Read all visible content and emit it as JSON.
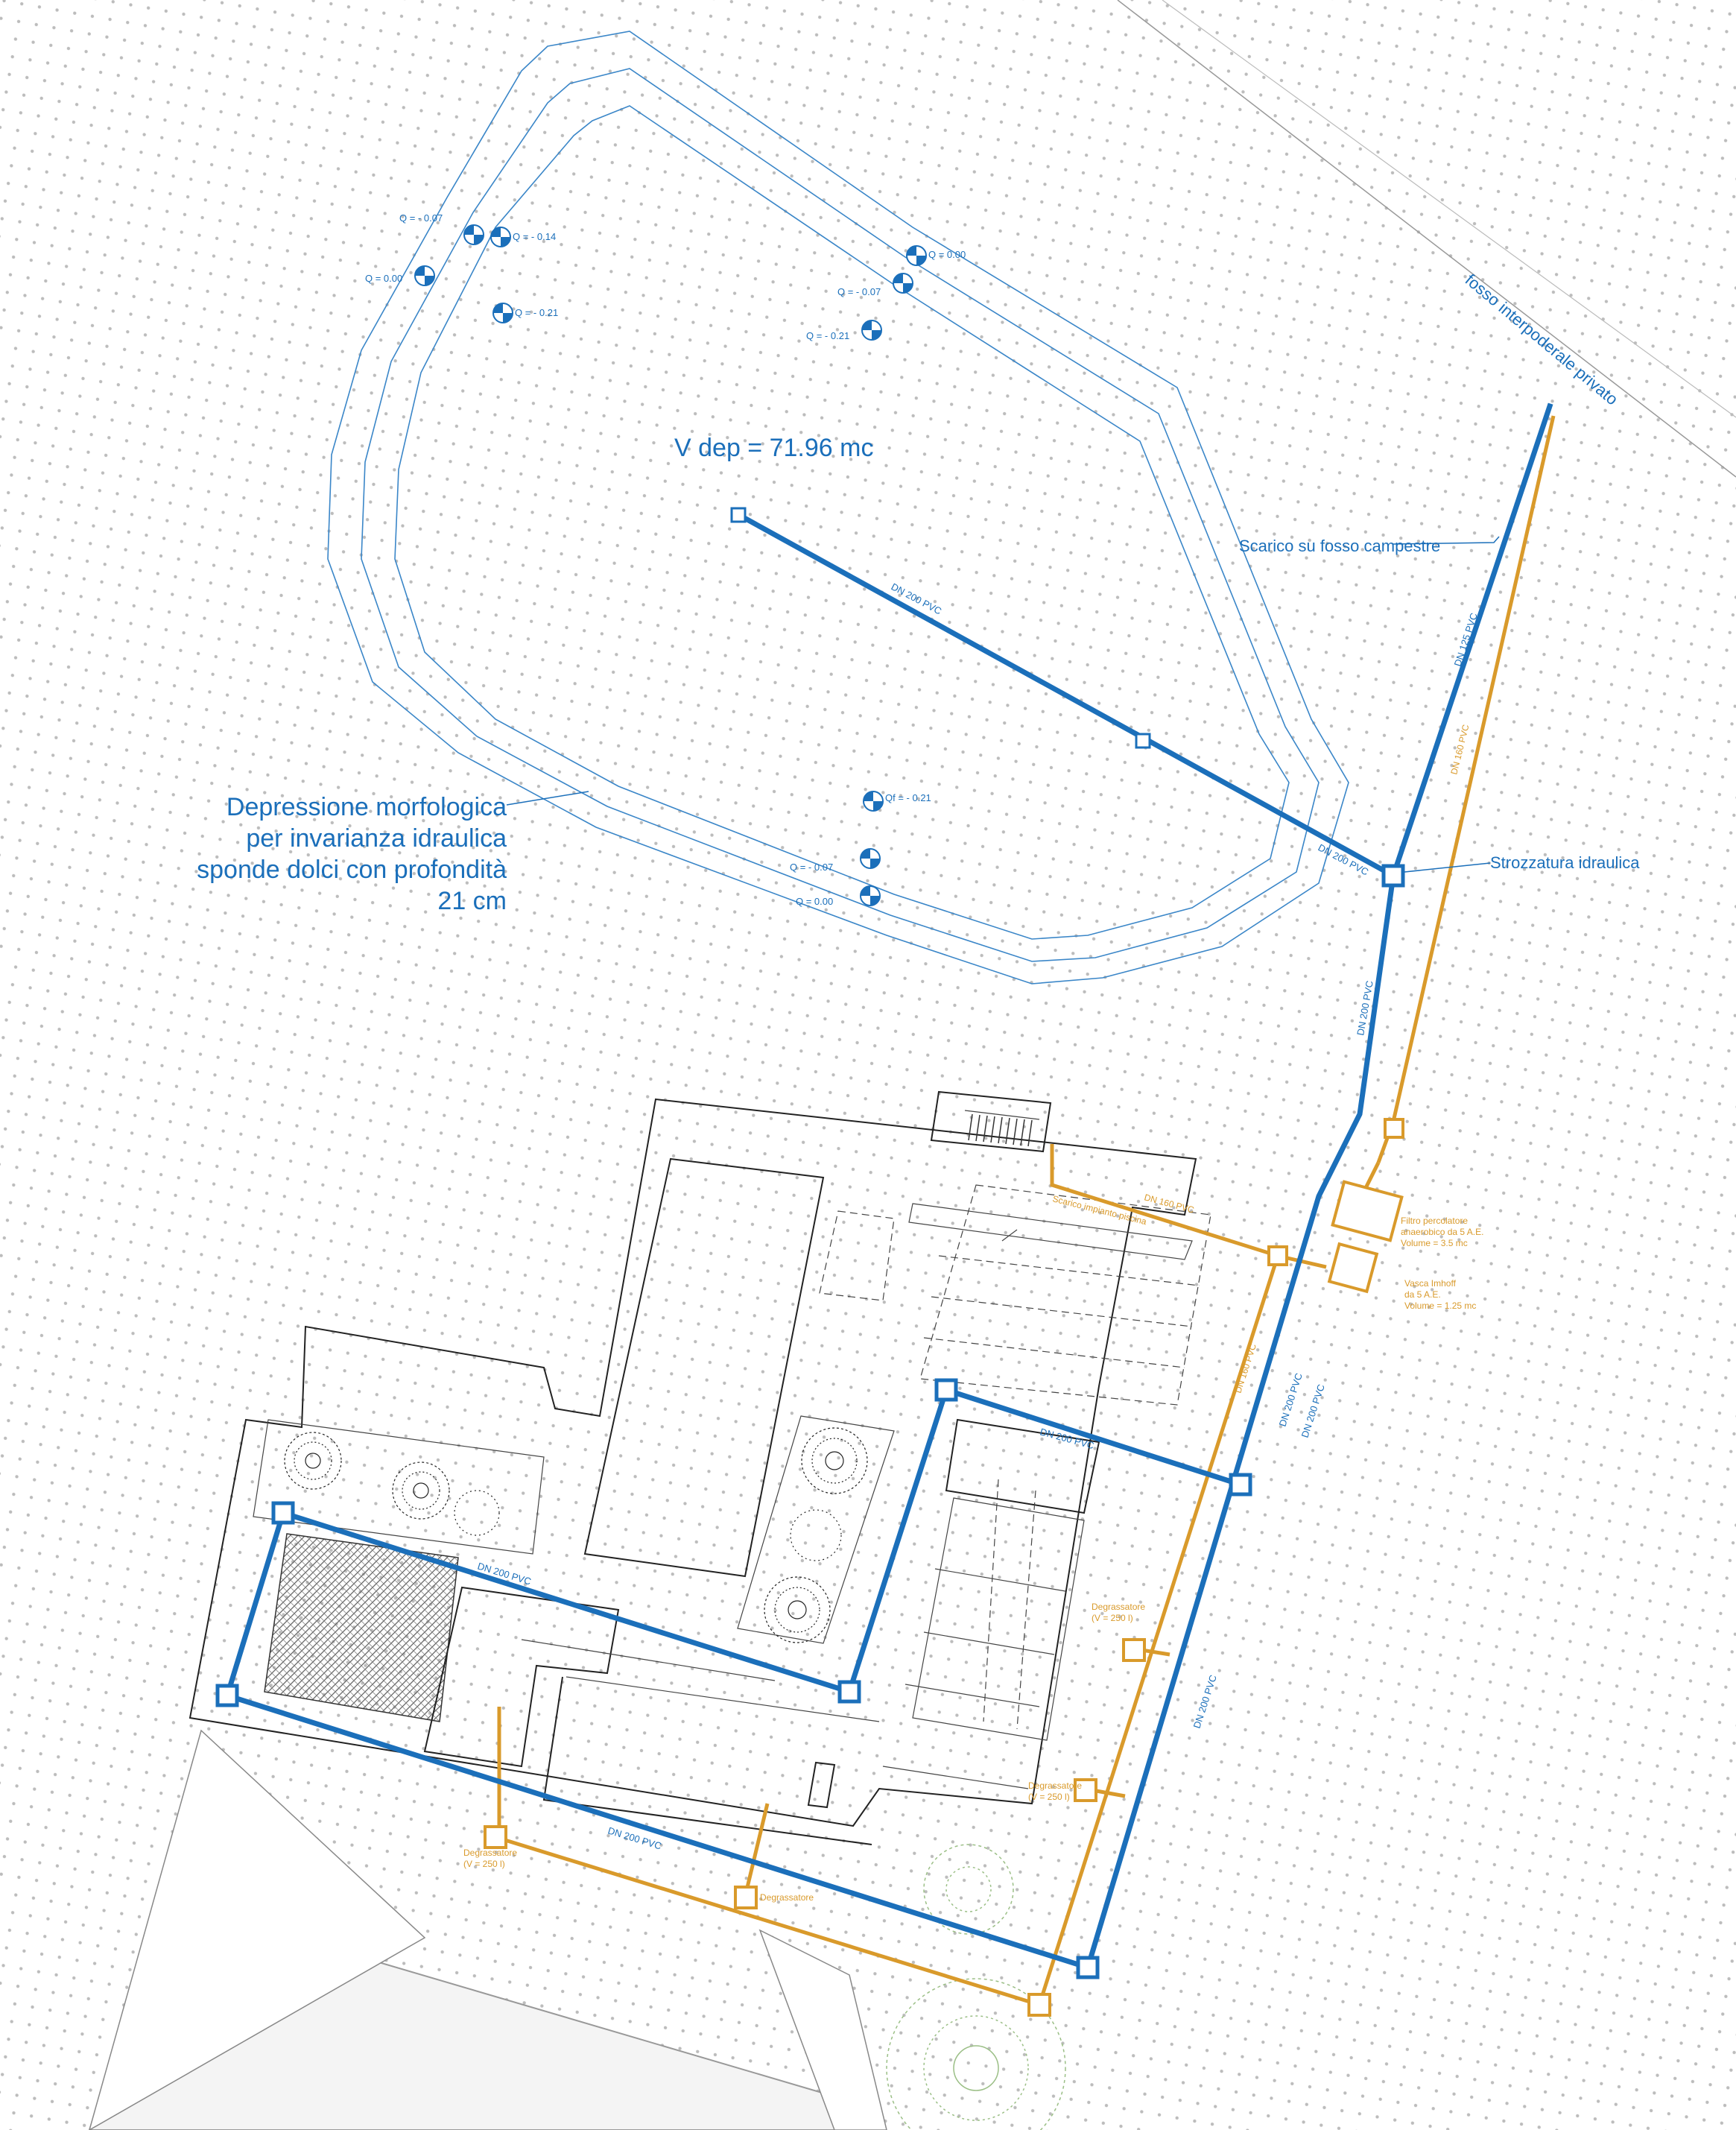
{
  "colors": {
    "stormwater": "#1b6fba",
    "wastewater": "#d99a2b",
    "background_dots": "#bdbdbd",
    "vegetation": "#9bbf86"
  },
  "labels": {
    "ditch": "fosso interpoderale privato",
    "volume": "V  dep  = 71.96 mc",
    "discharge": "Scarico su fosso campestre",
    "throttle": "Strozzatura idraulica",
    "depression_lines": [
      "Depressione morfologica",
      "per invarianza idraulica",
      "sponde dolci con profondità",
      "21 cm"
    ]
  },
  "elevations": [
    "Q = - 0.07",
    "Q = - 0.14",
    "Q = 0.00",
    "Q = - 0.21",
    "Q = 0.00",
    "Q = - 0.07",
    "Q = - 0.21",
    "Qf = - 0.21",
    "Q = - 0.07",
    "Q = 0.00"
  ],
  "pipe_labels": {
    "dn200": "DN 200 PVC",
    "dn125": "DN 125 PVC",
    "dn160": "DN 160 PVC",
    "dn200_alt": "DN 200 PVC"
  },
  "orange_labels": {
    "pool": "Scarico impianto piscina",
    "filter": [
      "Filtro percolatore",
      "anaerobico da 5 A.E.",
      "Volume = 3.5 mc"
    ],
    "imhoff": [
      "Vasca Imhoff",
      "da 5 A.E.",
      "Volume = 1.25 mc"
    ],
    "grease1": [
      "Degrassatore",
      "(V = 250 l)"
    ],
    "grease2": [
      "Degrassatore",
      "(V = 250 l)"
    ],
    "grease3": [
      "Degrassatore",
      "(V = 250 l)"
    ],
    "grease4": "Degrassatore"
  }
}
